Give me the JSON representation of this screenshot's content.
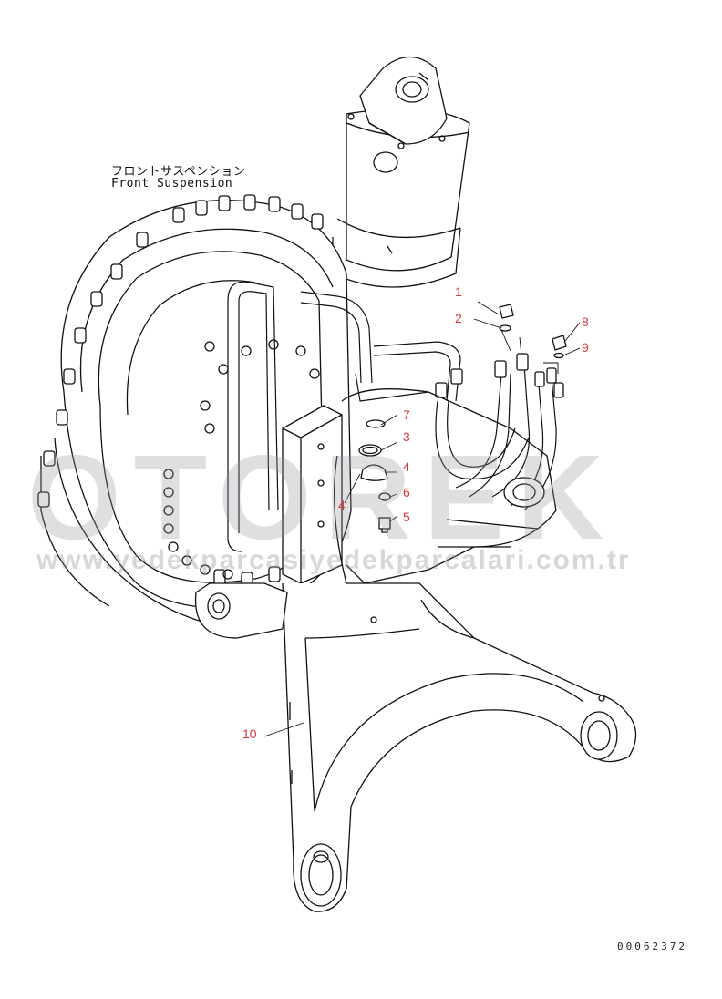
{
  "diagram": {
    "title_jp": "フロントサスペンション",
    "title_en": "Front Suspension",
    "drawing_number": "00062372",
    "watermark_main": "OTOREK",
    "watermark_sub": "www.yedekparcasiyedekparcalari.com.tr",
    "colors": {
      "line": "#111111",
      "callout": "#d43a3a",
      "watermark": "#9696a0"
    },
    "callouts": [
      {
        "id": "c1",
        "label": "1"
      },
      {
        "id": "c2",
        "label": "2"
      },
      {
        "id": "c3",
        "label": "3"
      },
      {
        "id": "c4a",
        "label": "4"
      },
      {
        "id": "c4b",
        "label": "4"
      },
      {
        "id": "c5",
        "label": "5"
      },
      {
        "id": "c6",
        "label": "6"
      },
      {
        "id": "c7",
        "label": "7"
      },
      {
        "id": "c8",
        "label": "8"
      },
      {
        "id": "c9",
        "label": "9"
      },
      {
        "id": "c10",
        "label": "10"
      }
    ]
  }
}
